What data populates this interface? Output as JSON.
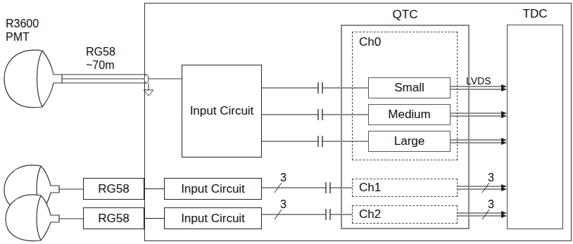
{
  "diagram": {
    "nodes": [
      {
        "text": [
          "Input Circuit"
        ]
      },
      {
        "text": [
          "QTC"
        ]
      },
      {
        "text": [
          "Ch0"
        ],
        "in": 1
      },
      {
        "text": [
          "Small"
        ],
        "in": 2
      },
      {
        "text": [
          "Medium"
        ],
        "in": 2
      },
      {
        "text": [
          "Large"
        ],
        "in": 2
      },
      {
        "text": [
          "Ch1"
        ],
        "in": 1
      },
      {
        "text": [
          "Ch2"
        ],
        "in": 1
      },
      {
        "text": [
          "TDC"
        ]
      },
      {
        "text": [
          "RG58"
        ]
      },
      {
        "text": [
          "Input Circuit"
        ]
      },
      {
        "text": [
          "RG58"
        ]
      },
      {
        "text": [
          "Input Circuit"
        ]
      }
    ],
    "edges": [
      {
        "from": 0,
        "to": 3,
        "arrow": "none"
      },
      {
        "from": 0,
        "to": 4,
        "arrow": "none"
      },
      {
        "from": 0,
        "to": 5,
        "arrow": "none"
      },
      {
        "from": 3,
        "to": 8,
        "arrow": "to"
      },
      {
        "from": 4,
        "to": 8,
        "arrow": "to"
      },
      {
        "from": 5,
        "to": 8,
        "arrow": "to"
      },
      {
        "from": 9,
        "to": 10,
        "arrow": "none"
      },
      {
        "from": 10,
        "to": 6,
        "arrow": "none",
        "label": "3"
      },
      {
        "from": 6,
        "to": 8,
        "arrow": "to",
        "label": "3"
      },
      {
        "from": 11,
        "to": 12,
        "arrow": "none"
      },
      {
        "from": 12,
        "to": 7,
        "arrow": "none",
        "label": "3"
      },
      {
        "from": 7,
        "to": 8,
        "arrow": "to",
        "label": "3"
      }
    ],
    "labels": [
      "R3600 PMT",
      "RG58 ~70m",
      "LVDS"
    ]
  }
}
